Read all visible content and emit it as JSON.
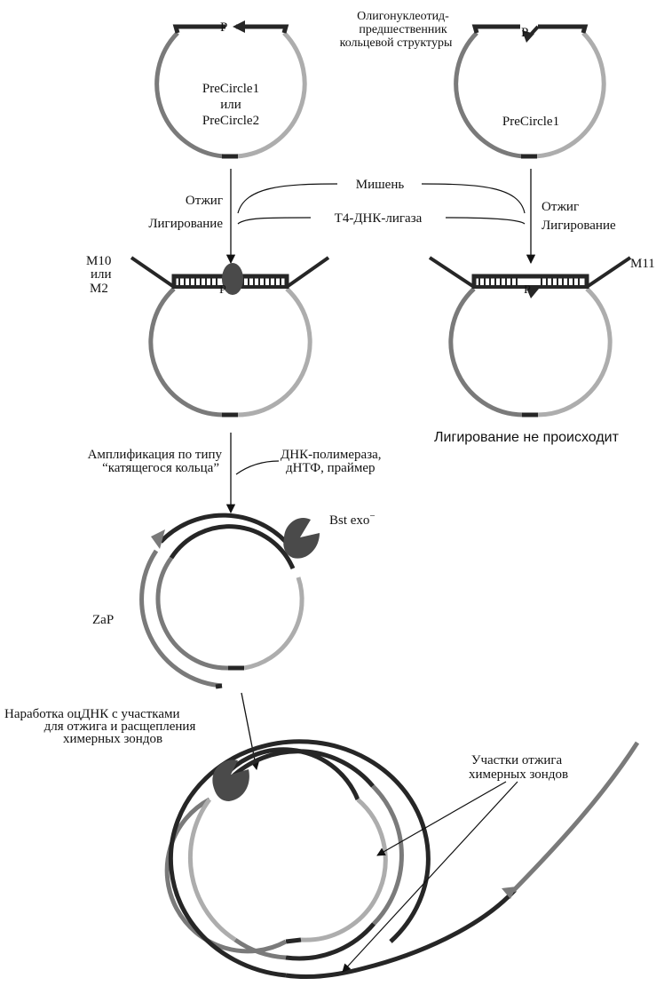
{
  "colors": {
    "dark": "#262626",
    "mid": "#7a7a7a",
    "light": "#adadad",
    "enzyme": "#4a4a4a",
    "background": "#ffffff"
  },
  "labels": {
    "P": "P",
    "oligo_line1": "Олигонуклеотид-",
    "oligo_line2": "предшественник",
    "oligo_line3": "кольцевой структуры",
    "precircle_left_line1": "PreCircle1",
    "precircle_left_line2": "или",
    "precircle_left_line3": "PreCircle2",
    "precircle_right": "PreCircle1",
    "target": "Мишень",
    "annealing": "Отжиг",
    "ligation": "Лигирование",
    "ligase": "Т4-ДНК-лигаза",
    "m10": "M10",
    "or": "или",
    "m2": "M2",
    "m11": "M11",
    "no_ligation": "Лигирование не происходит",
    "amplification_line1": "Амплификация по типу",
    "amplification_line2": "“катящегося кольца”",
    "polymerase_line1": "ДНК-полимераза,",
    "polymerase_line2": "дНТФ, праймер",
    "bst": "Bst exo",
    "bst_sup": "−",
    "zap": "ZaP",
    "production_line1": "Наработка оцДНК с участками",
    "production_line2": "для отжига и расщепления",
    "production_line3": "химерных зондов",
    "sites_line1": "Участки отжига",
    "sites_line2": "химерных зондов"
  }
}
